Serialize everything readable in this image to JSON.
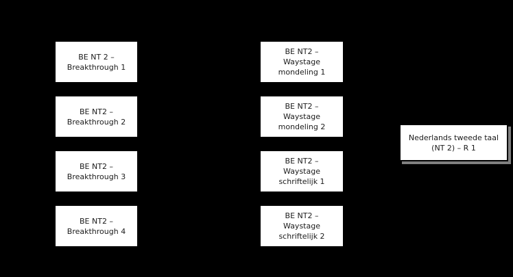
{
  "diagram": {
    "background_color": "#000000",
    "node_fill_color": "#ffffff",
    "node_text_color": "#1a1a1a",
    "right_node_shadow_color": "#808080",
    "connector_dot_color": "#000000",
    "columns": {
      "left": {
        "items": [
          {
            "label": "BE NT 2 –\nBreakthrough 1"
          },
          {
            "label": "BE NT2 –\nBreakthrough 2"
          },
          {
            "label": "BE NT2 –\nBreakthrough 3"
          },
          {
            "label": "BE NT2 –\nBreakthrough 4"
          }
        ]
      },
      "middle": {
        "items": [
          {
            "label": "BE NT2 –\nWaystage\nmondeling 1"
          },
          {
            "label": "BE NT2 –\nWaystage\nmondeling 2"
          },
          {
            "label": "BE NT2 –\nWaystage\nschriftelijk 1"
          },
          {
            "label": "BE NT2 –\nWaystage\nschriftelijk 2"
          }
        ]
      }
    },
    "right_node": {
      "label": "Nederlands tweede taal\n(NT 2) – R 1"
    }
  }
}
